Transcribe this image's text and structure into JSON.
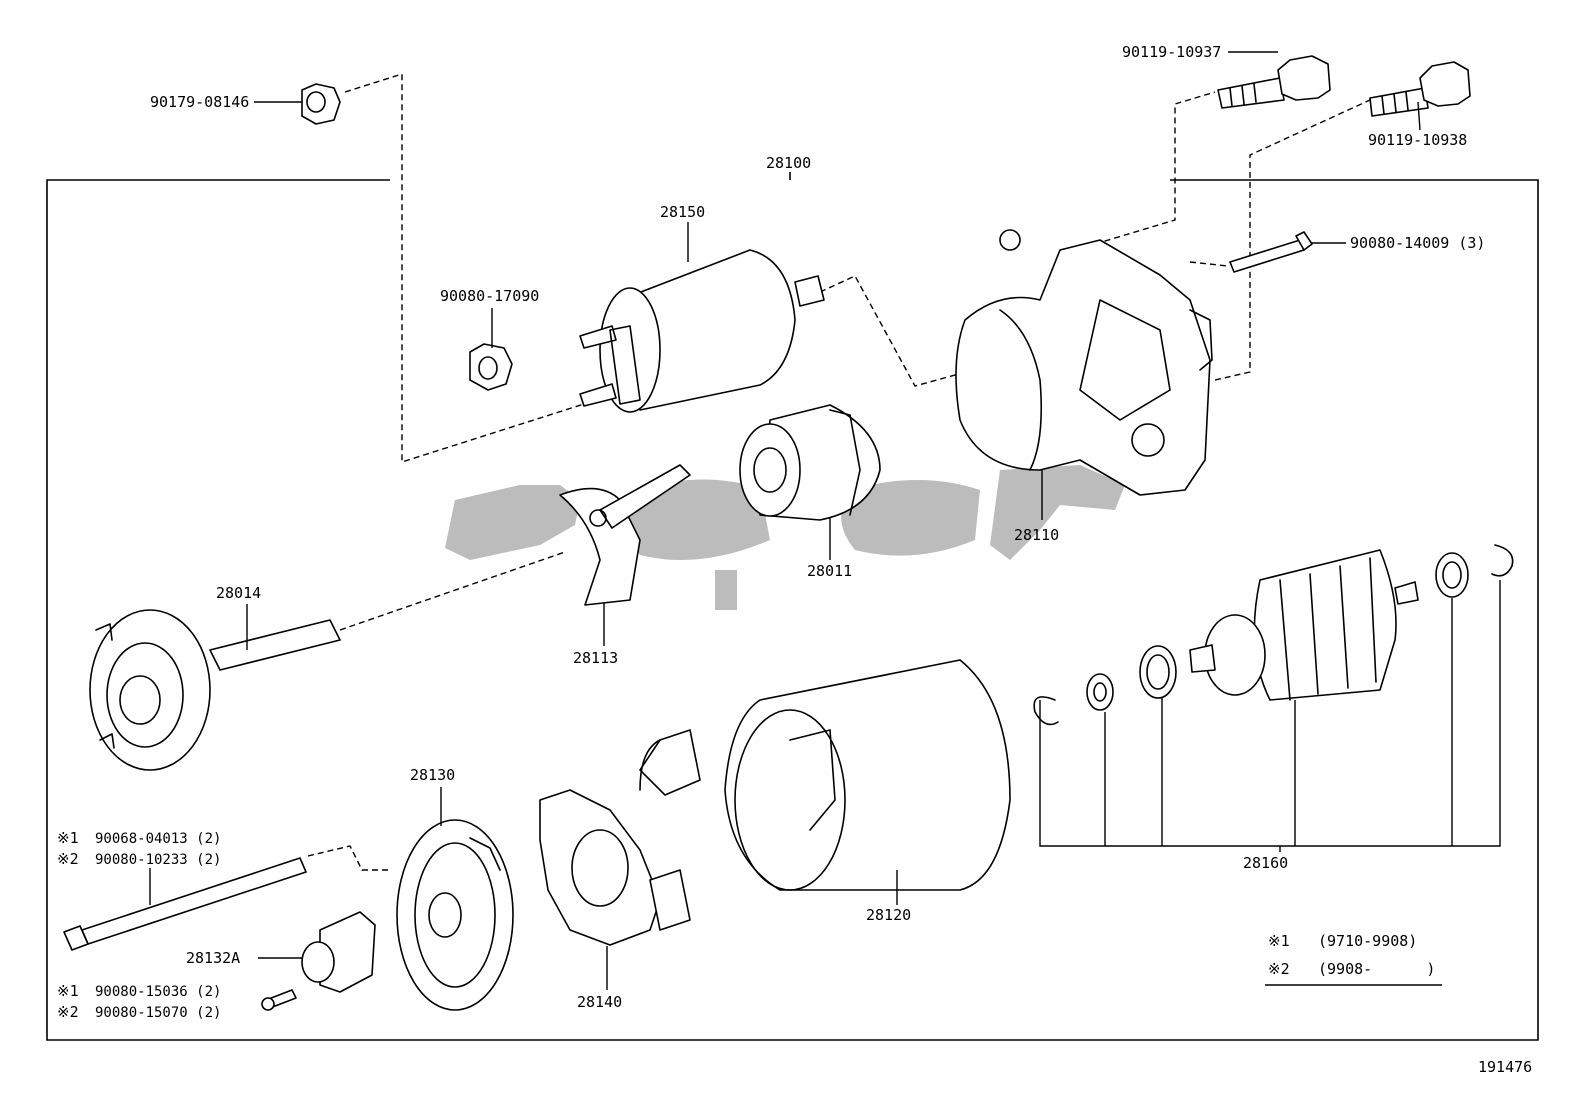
{
  "diagram": {
    "assembly_label": "28100",
    "figure_number": "191476",
    "parts": {
      "p90179_08146": "90179-08146",
      "p90119_10937": "90119-10937",
      "p90119_10938": "90119-10938",
      "p90080_14009": "90080-14009 (3)",
      "p28150": "28150",
      "p90080_17090": "90080-17090",
      "p28110": "28110",
      "p28011": "28011",
      "p28014": "28014",
      "p28113": "28113",
      "p28130": "28130",
      "p28120": "28120",
      "p28160": "28160",
      "p28132A": "28132A",
      "p28140": "28140",
      "bolt_a_mark": "※1",
      "bolt_a": "90068-04013 (2)",
      "bolt_b_mark": "※2",
      "bolt_b": "90080-10233 (2)",
      "screw_a_mark": "※1",
      "screw_a": "90080-15036 (2)",
      "screw_b_mark": "※2",
      "screw_b": "90080-15070 (2)"
    },
    "notes": [
      {
        "mark": "※1",
        "range": "(9710-9908)"
      },
      {
        "mark": "※2",
        "range": "(9908-      )"
      }
    ]
  }
}
